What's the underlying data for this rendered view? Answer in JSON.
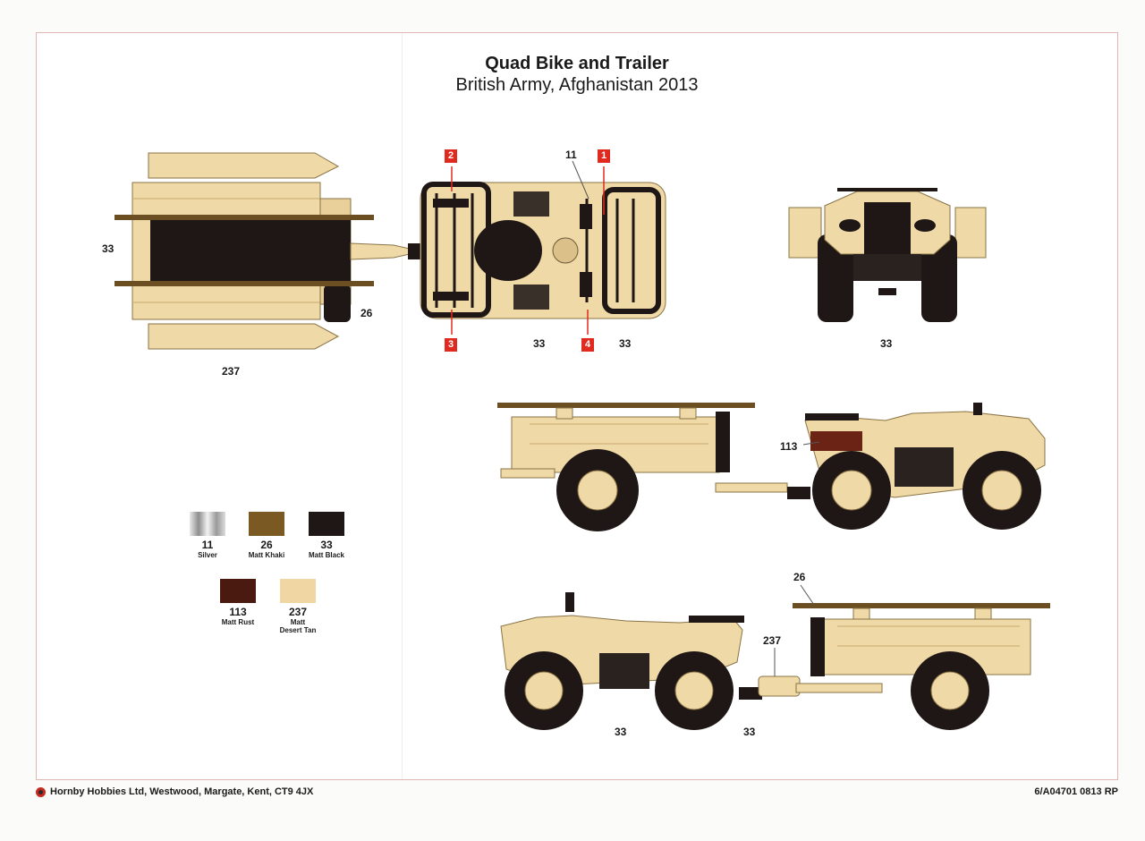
{
  "header": {
    "title": "Quad Bike and Trailer",
    "subtitle": "British Army, Afghanistan 2013"
  },
  "callouts": {
    "c33_trailer_left": "33",
    "c26_trailer_wheel": "26",
    "c237_trailer_bottom": "237",
    "c11_quad_top": "11",
    "c33_quad_top_left": "33",
    "c33_quad_top_right": "33",
    "c33_quad_front": "33",
    "c113_side": "113",
    "c26_lower": "26",
    "c237_lower": "237",
    "c33_lower_left": "33",
    "c33_lower_right": "33"
  },
  "markers": [
    "1",
    "2",
    "3",
    "4"
  ],
  "palette": [
    {
      "number": "11",
      "name": "Silver",
      "color": "#b8b8b8"
    },
    {
      "number": "26",
      "name": "Matt Khaki",
      "color": "#7a5a22"
    },
    {
      "number": "33",
      "name": "Matt Black",
      "color": "#1e1715"
    },
    {
      "number": "113",
      "name": "Matt Rust",
      "color": "#4a1a10"
    },
    {
      "number": "237",
      "name": "Matt Desert Tan",
      "name_line1": "Matt",
      "name_line2": "Desert Tan",
      "color": "#f0d6a2"
    }
  ],
  "colors": {
    "tan": "#efd9a6",
    "tan_dark": "#dcc089",
    "khaki": "#6b4f22",
    "black": "#1e1715",
    "rust": "#6a2314",
    "marker_red": "#e02a1f"
  },
  "footer": {
    "left": "Hornby Hobbies Ltd, Westwood, Margate, Kent, CT9 4JX",
    "right": "6/A04701 0813 RP",
    "logo": "hornby-logo"
  }
}
